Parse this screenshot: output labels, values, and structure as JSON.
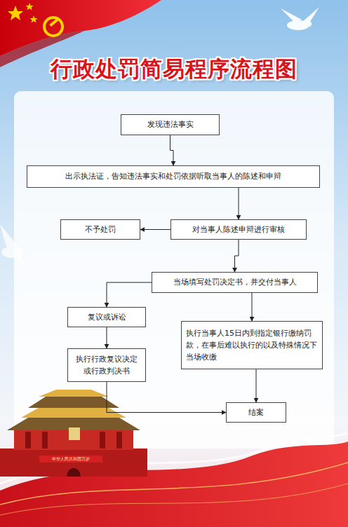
{
  "diagram": {
    "title": "行政处罚简易程序流程图",
    "nodes": [
      {
        "text": [
          "发现违法事实"
        ]
      },
      {
        "text": [
          "出示执法证，告知违法事实和处罚依据听取当事人的陈述和申辩"
        ]
      },
      {
        "text": [
          "不予处罚"
        ]
      },
      {
        "text": [
          "对当事人陈述申辩进行审核"
        ]
      },
      {
        "text": [
          "当场填写处罚决定书，并交付当事人"
        ]
      },
      {
        "text": [
          "复议或诉讼"
        ]
      },
      {
        "text": [
          "执行当事人15日内到指定银行缴纳罚款，在事后难以执行的以及特殊情况下当场收缴"
        ]
      },
      {
        "text": [
          "执行行政复议决定或行政判决书"
        ]
      },
      {
        "text": [
          "结案"
        ]
      }
    ],
    "edges": [
      {
        "from": 0,
        "to": 1,
        "arrow": "to"
      },
      {
        "from": 1,
        "to": 3,
        "arrow": "to"
      },
      {
        "from": 3,
        "to": 2,
        "arrow": "to"
      },
      {
        "from": 3,
        "to": 4,
        "arrow": "to"
      },
      {
        "from": 4,
        "to": 5,
        "arrow": "to"
      },
      {
        "from": 4,
        "to": 6,
        "arrow": "to"
      },
      {
        "from": 5,
        "to": 7,
        "arrow": "to"
      },
      {
        "from": 7,
        "to": 8,
        "arrow": "to"
      },
      {
        "from": 6,
        "to": 8,
        "arrow": "to"
      }
    ],
    "labels": [
      "中华人民共和国万岁"
    ]
  }
}
